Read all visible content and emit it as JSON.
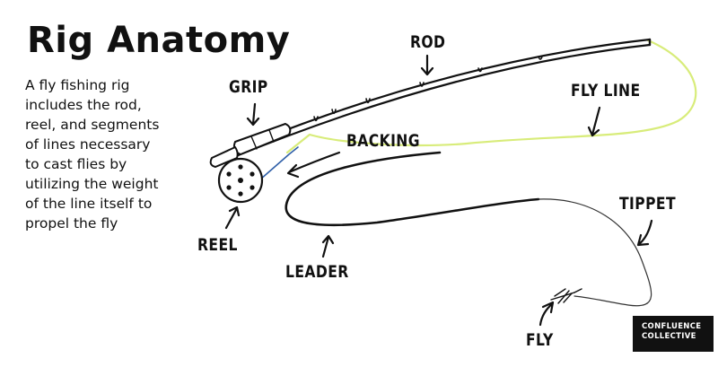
{
  "title": "Rig Anatomy",
  "description": {
    "lines": [
      "A fly fishing rig",
      "includes the rod,",
      "reel, and segments",
      "of lines necessary",
      "to cast flies by",
      "utilizing the weight",
      "of the line itself to",
      "propel the fly"
    ]
  },
  "labels": {
    "rod": "ROD",
    "grip": "GRIP",
    "fly_line": "FLY LINE",
    "backing": "BACKING",
    "reel": "REEL",
    "leader": "LEADER",
    "tippet": "TIPPET",
    "fly": "FLY"
  },
  "brand": {
    "line1": "CONFLUENCE",
    "line2": "COLLECTIVE"
  },
  "colors": {
    "fly_line": "#d8ec7a",
    "backing": "#2f5fa8",
    "ink": "#111111",
    "brand_background": "#111111",
    "brand_text": "#ffffff"
  }
}
